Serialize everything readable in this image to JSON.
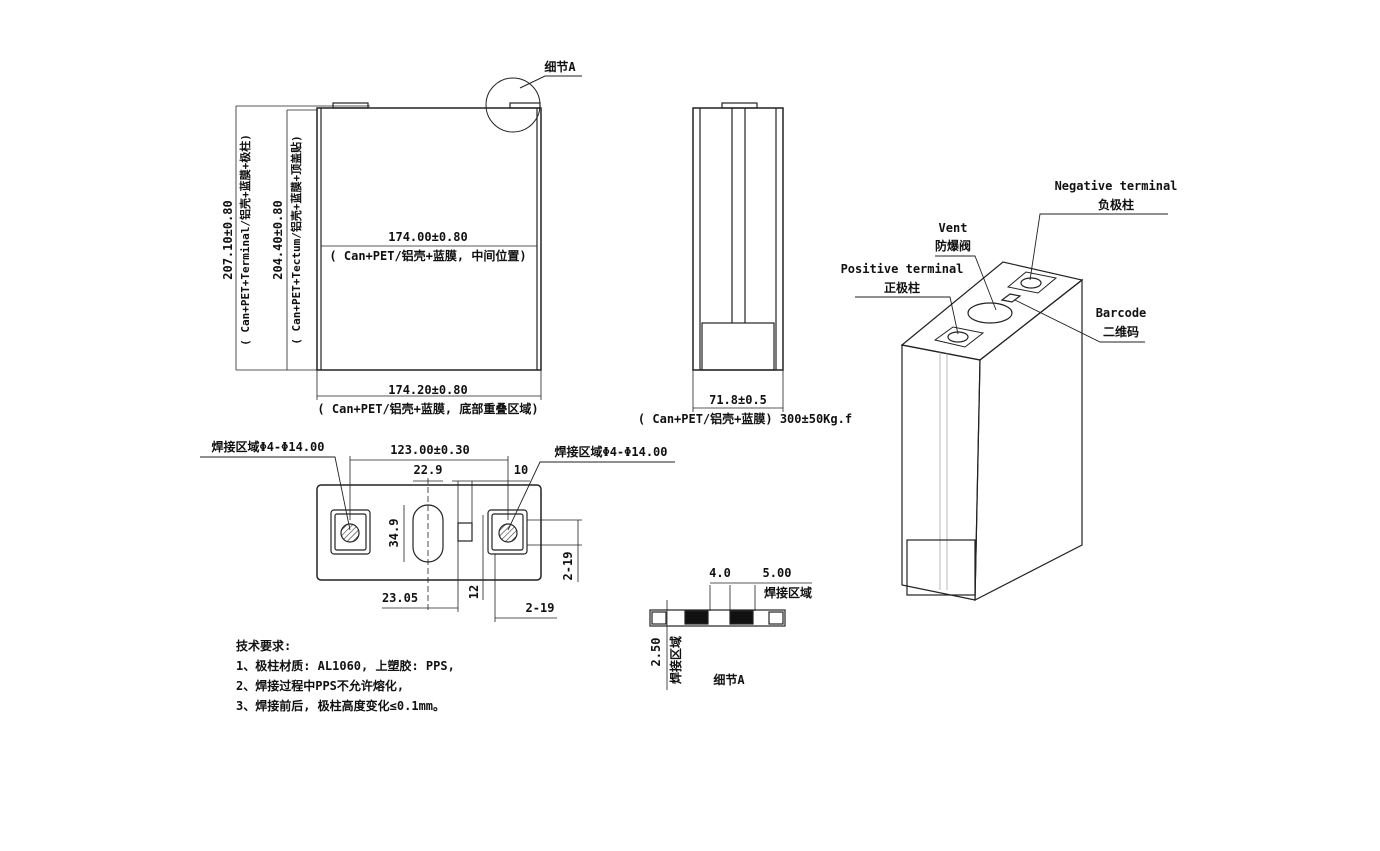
{
  "front_view": {
    "detail_callout": "细节A",
    "height_total": "207.10±0.80",
    "height_total_note": "( Can+PET+Terminal/铝壳+蓝膜+极柱)",
    "height_can": "204.40±0.80",
    "height_can_note": "( Can+PET+Tectum/铝壳+蓝膜+顶盖贴)",
    "width_middle": "174.00±0.80",
    "width_middle_note": "( Can+PET/铝壳+蓝膜, 中间位置)",
    "width_bottom": "174.20±0.80",
    "width_bottom_note": "( Can+PET/铝壳+蓝膜, 底部重叠区域)"
  },
  "side_view": {
    "thickness": "71.8±0.5",
    "thickness_note": "( Can+PET/铝壳+蓝膜) 300±50Kg.f"
  },
  "top_view": {
    "weld_label_left": "焊接区域Φ4-Φ14.00",
    "weld_label_right": "焊接区域Φ4-Φ14.00",
    "terminal_spacing": "123.00±0.30",
    "vent_width": "22.9",
    "barcode_width": "10",
    "vent_length": "34.9",
    "vent_offset": "23.05",
    "barcode_offset": "12",
    "terminal_size_v": "2-19",
    "terminal_size_h": "2-19"
  },
  "detail_a": {
    "dim_a": "4.0",
    "dim_b": "5.00",
    "weld_area": "焊接区域",
    "depth": "2.50",
    "depth_label": "焊接区域",
    "title": "细节A"
  },
  "iso_view": {
    "negative_en": "Negative terminal",
    "negative_cn": "负极柱",
    "vent_en": "Vent",
    "vent_cn": "防爆阀",
    "positive_en": "Positive terminal",
    "positive_cn": "正极柱",
    "barcode_en": "Barcode",
    "barcode_cn": "二维码"
  },
  "requirements": {
    "title": "技术要求:",
    "items": [
      "1、极柱材质: AL1060, 上塑胶: PPS,",
      "2、焊接过程中PPS不允许熔化,",
      "3、焊接前后, 极柱高度变化≤0.1mm。"
    ]
  }
}
